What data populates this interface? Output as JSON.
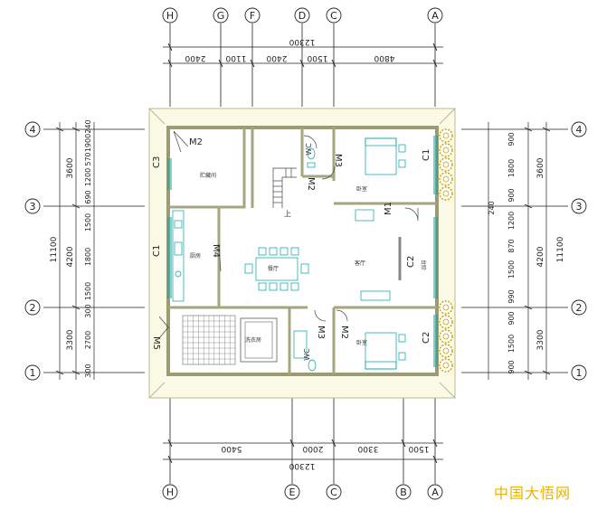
{
  "grid": {
    "top_axes": [
      "H",
      "G",
      "F",
      "D",
      "C",
      "A"
    ],
    "bottom_axes": [
      "H",
      "E",
      "C",
      "B",
      "A"
    ],
    "side_axes": [
      "4",
      "3",
      "2",
      "1"
    ]
  },
  "dimensions": {
    "top_total": "12300",
    "top_segments": [
      "2400",
      "1100",
      "2400",
      "1500",
      "4800"
    ],
    "bottom_total": "12300",
    "bottom_segments": [
      "5400",
      "2000",
      "3300",
      "1500"
    ],
    "left_total": "11100",
    "left_group": [
      "3600",
      "4200",
      "3300"
    ],
    "left_detail": [
      "240",
      "1900",
      "570",
      "1200",
      "690",
      "1500",
      "1800",
      "1500",
      "300",
      "2700",
      "300"
    ],
    "right_total": "11100",
    "right_group": [
      "3600",
      "4200",
      "3300"
    ],
    "right_detail": [
      "900",
      "1800",
      "900",
      "240",
      "1200",
      "870",
      "1500",
      "990",
      "900",
      "1500",
      "900"
    ]
  },
  "tags": {
    "doors": [
      "M2",
      "M3",
      "M2",
      "M4",
      "M1",
      "M2",
      "M3",
      "M5"
    ],
    "windows": [
      "C3",
      "C1",
      "C1",
      "C2",
      "C2"
    ]
  },
  "rooms": {
    "bedroom_top_right": "卧室",
    "bedroom_bottom_right": "卧室",
    "living": "客厅",
    "dining": "餐厅",
    "kitchen": "厨房",
    "storage": "贮藏间",
    "wc_top": "WC",
    "wc_bottom": "WC",
    "stair_up": "上",
    "balcony": "台阶",
    "laundry": "洗衣房"
  },
  "watermark": "中国大悟网",
  "colors": {
    "background": "#ffffff",
    "axis_line": "#222222",
    "wall": "#f2f2d2",
    "wall_edge": "#8a8a6a",
    "fixture": "#00a0a0",
    "tree": "#c8a000",
    "watermark": "#e8b400"
  }
}
